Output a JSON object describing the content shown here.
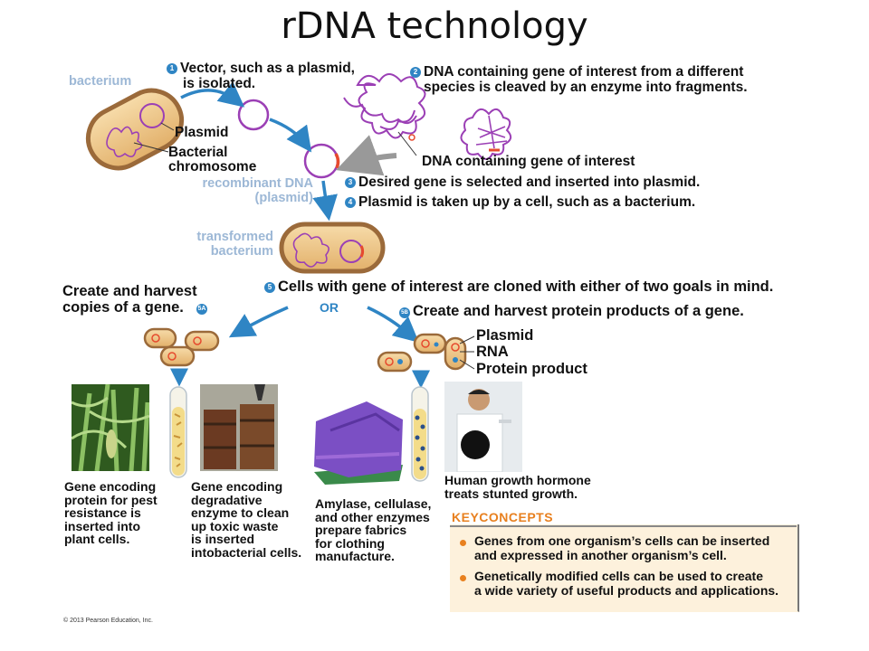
{
  "title": "rDNA technology",
  "labels": {
    "bacterium": "bacterium",
    "plasmid": "Plasmid",
    "bacterial_chromosome_1": "Bacterial",
    "bacterial_chromosome_2": "chromosome",
    "recombinant_dna_1": "recombinant DNA",
    "recombinant_dna_2": "(plasmid)",
    "dna_gene_of_interest": "DNA containing gene of interest",
    "transformed_1": "transformed",
    "transformed_2": "bacterium",
    "or": "OR",
    "legend_plasmid": "Plasmid",
    "legend_rna": "RNA",
    "legend_protein": "Protein product"
  },
  "steps": {
    "s1_num": "1",
    "s1_line1": "Vector, such as a plasmid,",
    "s1_line2": "is isolated.",
    "s2_num": "2",
    "s2_line1": "DNA containing gene of interest from a different",
    "s2_line2": "species is cleaved by an enzyme into fragments.",
    "s3_num": "3",
    "s3_text": "Desired gene is selected and inserted into plasmid.",
    "s4_num": "4",
    "s4_text": "Plasmid is taken up by a cell, such as a bacterium.",
    "s5_num": "5",
    "s5_text": "Cells with gene of interest are cloned with either of two goals in mind.",
    "s5a_num": "5A",
    "s5a_line1": "Create and harvest",
    "s5a_line2": "copies of a gene.",
    "s5b_num": "5B",
    "s5b_text": "Create and harvest protein products of a gene."
  },
  "captions": {
    "corn": [
      "Gene encoding",
      "protein for pest",
      "resistance is",
      "inserted into",
      "plant cells."
    ],
    "barrels": [
      "Gene encoding",
      "degradative",
      "enzyme to clean",
      "up toxic waste",
      "is inserted",
      "intobacterial cells."
    ],
    "fabric": [
      "Amylase, cellulase,",
      "and other enzymes",
      "prepare fabrics",
      "for clothing",
      "manufacture."
    ],
    "doctor": [
      "Human growth hormone",
      "treats stunted growth."
    ]
  },
  "key_concepts": {
    "heading": "KEYCONCEPTS",
    "items": [
      [
        "Genes from one organism’s cells can be inserted",
        "and expressed in another organism’s cell."
      ],
      [
        "Genetically modified cells can be used to create",
        "a wide variety of useful products and applications."
      ]
    ]
  },
  "copyright": "© 2013 Pearson Education, Inc.",
  "colors": {
    "arrow_blue": "#2f85c4",
    "label_blue": "#9db8d6",
    "dna_purple": "#9b3fb5",
    "bacterium_fill": "#f0c98a",
    "bacterium_edge": "#9b6a3a",
    "accent_orange": "#e8801f"
  }
}
